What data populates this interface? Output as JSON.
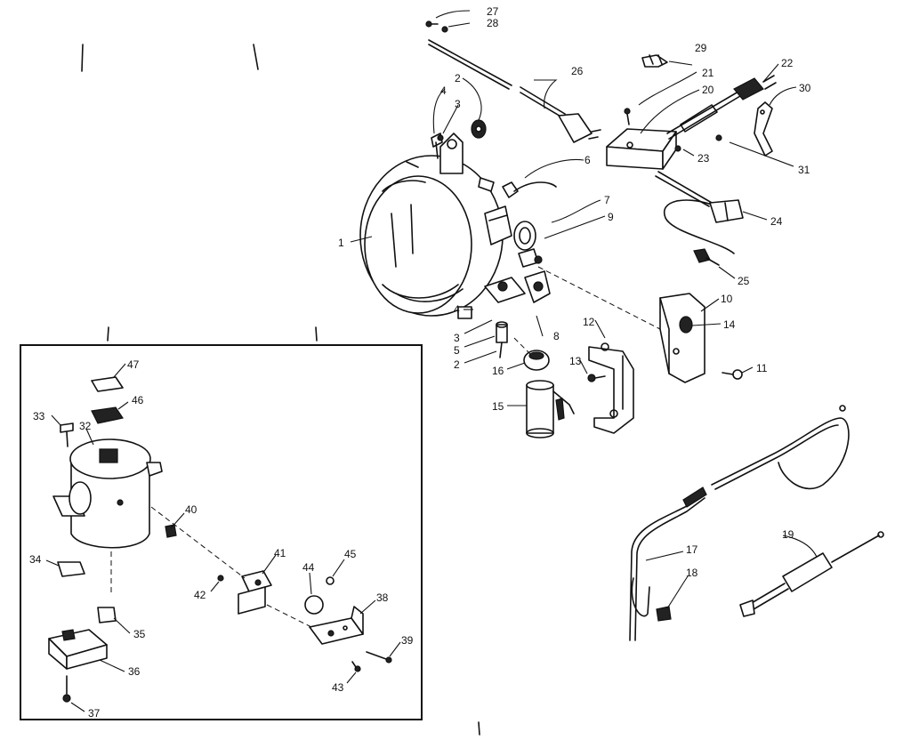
{
  "labels": {
    "p1": "1",
    "p2a": "2",
    "p2b": "2",
    "p3a": "3",
    "p3b": "3",
    "p4a": "4",
    "p4b": "4",
    "p5": "5",
    "p6": "6",
    "p7": "7",
    "p8": "8",
    "p9": "9",
    "p10": "10",
    "p11": "11",
    "p12": "12",
    "p13": "13",
    "p14": "14",
    "p15": "15",
    "p16": "16",
    "p17": "17",
    "p18": "18",
    "p19": "19",
    "p20": "20",
    "p21": "21",
    "p22": "22",
    "p23": "23",
    "p24": "24",
    "p25": "25",
    "p26": "26",
    "p27": "27",
    "p28": "28",
    "p29": "29",
    "p30": "30",
    "p31": "31",
    "p32": "32",
    "p33": "33",
    "p34": "34",
    "p35": "35",
    "p36": "36",
    "p37": "37",
    "p38": "38",
    "p39": "39",
    "p40": "40",
    "p41": "41",
    "p42": "42",
    "p43": "43",
    "p44": "44",
    "p45": "45",
    "p46": "46",
    "p47": "47"
  }
}
